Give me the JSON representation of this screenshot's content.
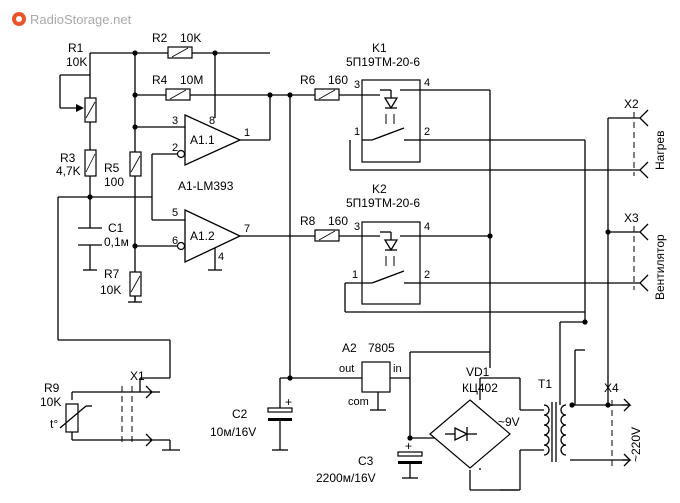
{
  "watermark": "RadioStorage.net",
  "components": {
    "r1": {
      "ref": "R1",
      "value": "10K"
    },
    "r2": {
      "ref": "R2",
      "value": "10K"
    },
    "r3": {
      "ref": "R3",
      "value": "4,7K"
    },
    "r4": {
      "ref": "R4",
      "value": "10M"
    },
    "r5": {
      "ref": "R5",
      "value": "100"
    },
    "r6": {
      "ref": "R6",
      "value": "160"
    },
    "r7": {
      "ref": "R7",
      "value": "10K"
    },
    "r8": {
      "ref": "R8",
      "value": "160"
    },
    "r9": {
      "ref": "R9",
      "value": "10K",
      "symbol": "t°"
    },
    "c1": {
      "ref": "C1",
      "value": "0,1м"
    },
    "c2": {
      "ref": "C2",
      "value": "10м/16V"
    },
    "c3": {
      "ref": "C3",
      "value": "2200м/16V"
    },
    "k1": {
      "ref": "K1",
      "value": "5П19ТМ-20-6"
    },
    "k2": {
      "ref": "K2",
      "value": "5П19ТМ-20-6"
    },
    "a1_1": {
      "ref": "A1.1"
    },
    "a1_2": {
      "ref": "A1.2"
    },
    "a1": {
      "label": "A1-LM393"
    },
    "a2": {
      "ref": "A2",
      "value": "7805",
      "pin_out": "out",
      "pin_in": "in",
      "pin_com": "com"
    },
    "vd1": {
      "ref": "VD1",
      "value": "КЦ402",
      "ac_label": "~9V"
    },
    "t1": {
      "ref": "T1"
    },
    "x1": {
      "ref": "X1"
    },
    "x2": {
      "ref": "X2",
      "label": "Нагрев"
    },
    "x3": {
      "ref": "X3",
      "label": "Вентилятор"
    },
    "x4": {
      "ref": "X4",
      "label": "~220V"
    }
  },
  "pins": {
    "a11_3": "3",
    "a11_2": "2",
    "a11_8": "8",
    "a11_1": "1",
    "a12_5": "5",
    "a12_6": "6",
    "a12_4": "4",
    "a12_7": "7",
    "k1_3": "3",
    "k1_4": "4",
    "k1_1": "1",
    "k1_2": "2",
    "k2_3": "3",
    "k2_4": "4",
    "k2_1": "1",
    "k2_2": "2",
    "c2_plus": "+",
    "c3_plus": "+"
  },
  "colors": {
    "line": "#000000",
    "watermark": "#a9a9a9",
    "background": "#ffffff"
  }
}
